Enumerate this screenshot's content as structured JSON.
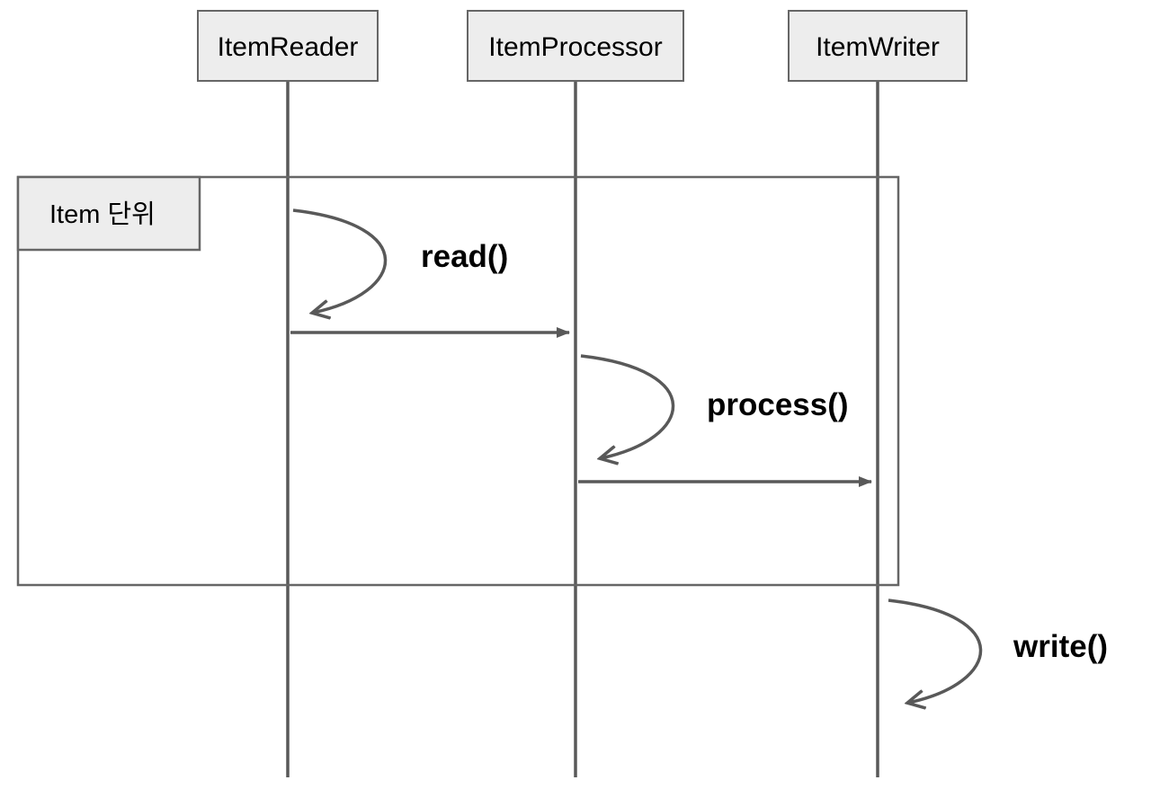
{
  "diagram": {
    "type": "sequence-diagram",
    "participants": [
      {
        "name": "ItemReader"
      },
      {
        "name": "ItemProcessor"
      },
      {
        "name": "ItemWriter"
      }
    ],
    "frame": {
      "label": "Item 단위"
    },
    "messages": [
      {
        "label": "read()",
        "from": "ItemReader",
        "to": "ItemReader",
        "kind": "self-call"
      },
      {
        "label": "",
        "from": "ItemReader",
        "to": "ItemProcessor",
        "kind": "call"
      },
      {
        "label": "process()",
        "from": "ItemProcessor",
        "to": "ItemProcessor",
        "kind": "self-call"
      },
      {
        "label": "",
        "from": "ItemProcessor",
        "to": "ItemWriter",
        "kind": "call"
      },
      {
        "label": "write()",
        "from": "ItemWriter",
        "to": "ItemWriter",
        "kind": "self-call"
      }
    ]
  },
  "colors": {
    "line": "#595959",
    "box-fill": "#ededed",
    "box-border": "#666666",
    "text": "#000000"
  }
}
